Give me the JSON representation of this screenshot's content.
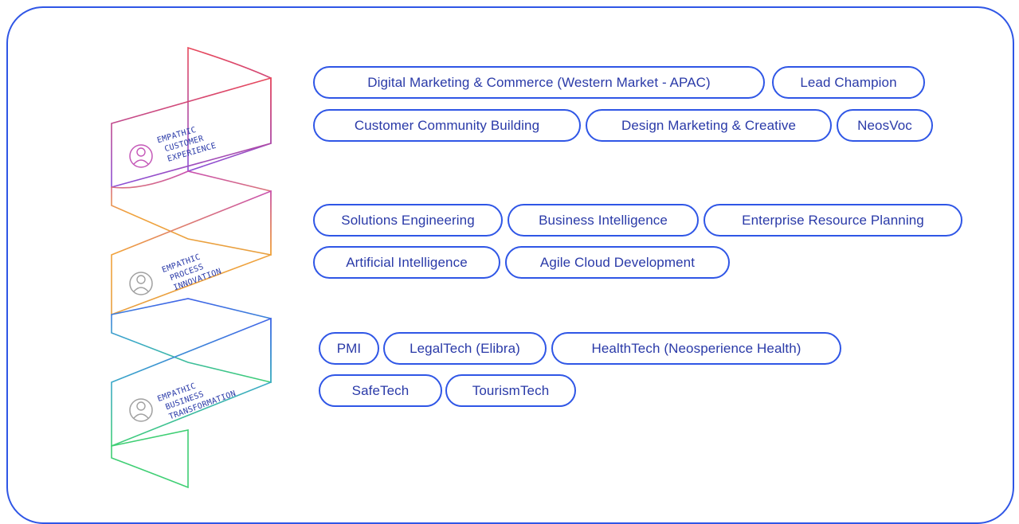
{
  "colors": {
    "frame": "#2f56e6",
    "pill_border": "#2f56e6",
    "pill_text": "#2a3aa8",
    "ribbon_red": "#e8475a",
    "ribbon_purple": "#8a4fd8",
    "ribbon_orange": "#f0a23c",
    "ribbon_blue": "#3f63e8",
    "ribbon_green": "#3fcf74"
  },
  "ribbon": {
    "customer": [
      "EMPATHIC",
      "CUSTOMER",
      "EXPERIENCE"
    ],
    "process": [
      "EMPATHIC",
      "PROCESS",
      "INNOVATION"
    ],
    "business": [
      "EMPATHIC",
      "BUSINESS",
      "TRANSFORMATION"
    ]
  },
  "groups": {
    "customer_experience": {
      "row1": [
        "Digital Marketing & Commerce (Western Market - APAC)",
        "Lead Champion"
      ],
      "row2": [
        "Customer Community Building",
        "Design Marketing & Creative",
        "NeosVoc"
      ]
    },
    "process_innovation": {
      "row1": [
        "Solutions Engineering",
        "Business Intelligence",
        "Enterprise Resource Planning"
      ],
      "row2": [
        "Artificial Intelligence",
        "Agile Cloud Development"
      ]
    },
    "business_transformation": {
      "row1": [
        "PMI",
        "LegalTech (Elibra)",
        "HealthTech (Neosperience Health)"
      ],
      "row2": [
        "SafeTech",
        "TourismTech"
      ]
    }
  },
  "icons": [
    "person-icon",
    "person-icon",
    "person-icon"
  ]
}
